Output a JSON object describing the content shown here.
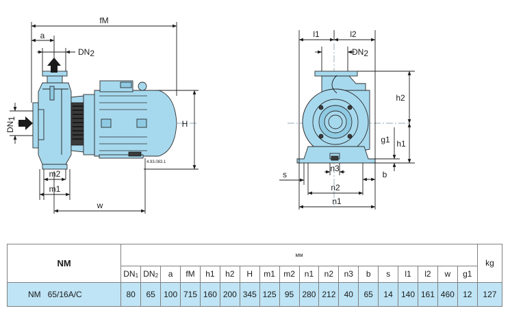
{
  "side_view": {
    "labels": {
      "fM": "fM",
      "a": "a",
      "DN2": "DN",
      "DN2_sub": "2",
      "DN1": "DN",
      "DN1_sub": "1",
      "H": "H",
      "m2": "m2",
      "m1": "m1",
      "w": "w",
      "drawing_ref": "4.93.083.1"
    }
  },
  "front_view": {
    "labels": {
      "l1": "l1",
      "l2": "l2",
      "DN2": "DN",
      "DN2_sub": "2",
      "h2": "h2",
      "h1": "h1",
      "g1": "g1",
      "s": "s",
      "n3": "n3",
      "b": "b",
      "n2": "n2",
      "n1": "n1"
    }
  },
  "table": {
    "model_header": "NM",
    "unit_header": "мм",
    "weight_header": "kg",
    "columns": [
      {
        "base": "DN",
        "sub": "1"
      },
      {
        "base": "DN",
        "sub": "2"
      },
      {
        "base": "a",
        "sub": ""
      },
      {
        "base": "fM",
        "sub": ""
      },
      {
        "base": "h1",
        "sub": ""
      },
      {
        "base": "h2",
        "sub": ""
      },
      {
        "base": "H",
        "sub": ""
      },
      {
        "base": "m1",
        "sub": ""
      },
      {
        "base": "m2",
        "sub": ""
      },
      {
        "base": "n1",
        "sub": ""
      },
      {
        "base": "n2",
        "sub": ""
      },
      {
        "base": "n3",
        "sub": ""
      },
      {
        "base": "b",
        "sub": ""
      },
      {
        "base": "s",
        "sub": ""
      },
      {
        "base": "l1",
        "sub": ""
      },
      {
        "base": "l2",
        "sub": ""
      },
      {
        "base": "w",
        "sub": ""
      },
      {
        "base": "g1",
        "sub": ""
      }
    ],
    "rows": [
      {
        "model": "NM   65/16A/C",
        "values": [
          "80",
          "65",
          "100",
          "715",
          "160",
          "200",
          "345",
          "125",
          "95",
          "280",
          "212",
          "40",
          "65",
          "14",
          "140",
          "161",
          "460",
          "12"
        ],
        "weight": "127"
      }
    ]
  }
}
